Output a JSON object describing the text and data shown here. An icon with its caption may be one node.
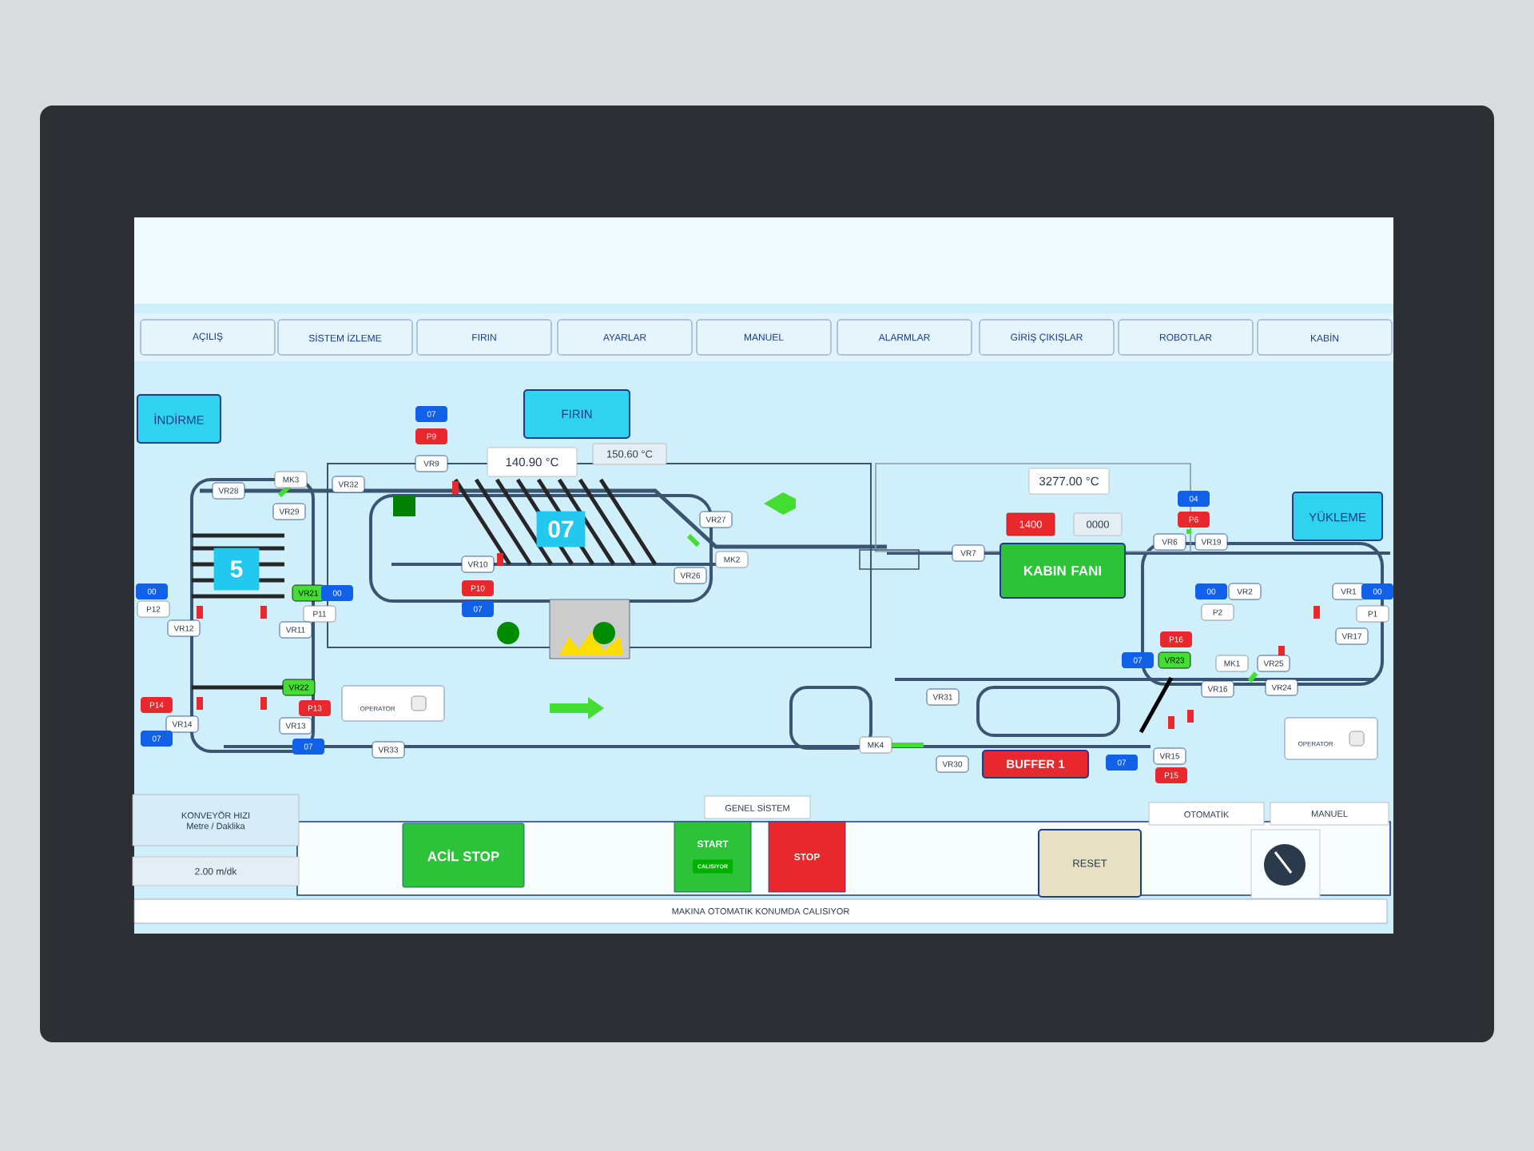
{
  "diagram": {
    "nodes": [
      {
        "text": [
          "AÇILIŞ"
        ]
      },
      {
        "text": [
          "SİSTEM İZLEME"
        ]
      },
      {
        "text": [
          "FIRIN"
        ]
      },
      {
        "text": [
          "AYARLAR"
        ]
      },
      {
        "text": [
          "MANUEL"
        ]
      },
      {
        "text": [
          "ALARMLAR"
        ]
      },
      {
        "text": [
          "GİRİŞ ÇIKIŞLAR"
        ]
      },
      {
        "text": [
          "ROBOTLAR"
        ]
      },
      {
        "text": [
          "KABİN"
        ]
      },
      {
        "text": [
          "İNDİRME"
        ]
      },
      {
        "text": [
          "FIRIN"
        ]
      },
      {
        "text": [
          "YÜKLEME"
        ]
      },
      {
        "text": [
          "140.90 °C"
        ]
      },
      {
        "text": [
          "150.60 °C"
        ]
      },
      {
        "text": [
          "3277.00 °C"
        ]
      },
      {
        "text": [
          "1400"
        ]
      },
      {
        "text": [
          "0000"
        ]
      },
      {
        "text": [
          "KABIN FANI"
        ]
      },
      {
        "text": [
          "BUFFER 1"
        ]
      },
      {
        "text": [
          "07"
        ]
      },
      {
        "text": [
          "5"
        ]
      },
      {
        "text": [
          "OPERATOR"
        ]
      },
      {
        "text": [
          "OPERATOR"
        ]
      },
      {
        "text": [
          "07"
        ]
      },
      {
        "text": [
          "P9"
        ]
      },
      {
        "text": [
          "VR9"
        ]
      },
      {
        "text": [
          "MK3"
        ]
      },
      {
        "text": [
          "VR28"
        ]
      },
      {
        "text": [
          "VR32"
        ]
      },
      {
        "text": [
          "VR29"
        ]
      },
      {
        "text": [
          "VR10"
        ]
      },
      {
        "text": [
          "P10"
        ]
      },
      {
        "text": [
          "07"
        ]
      },
      {
        "text": [
          "VR27"
        ]
      },
      {
        "text": [
          "MK2"
        ]
      },
      {
        "text": [
          "VR26"
        ]
      },
      {
        "text": [
          "00"
        ]
      },
      {
        "text": [
          "P12"
        ]
      },
      {
        "text": [
          "VR12"
        ]
      },
      {
        "text": [
          "VR21"
        ]
      },
      {
        "text": [
          "00"
        ]
      },
      {
        "text": [
          "P11"
        ]
      },
      {
        "text": [
          "VR11"
        ]
      },
      {
        "text": [
          "VR22"
        ]
      },
      {
        "text": [
          "P13"
        ]
      },
      {
        "text": [
          "P14"
        ]
      },
      {
        "text": [
          "VR14"
        ]
      },
      {
        "text": [
          "07"
        ]
      },
      {
        "text": [
          "VR13"
        ]
      },
      {
        "text": [
          "07"
        ]
      },
      {
        "text": [
          "VR33"
        ]
      },
      {
        "text": [
          "VR7"
        ]
      },
      {
        "text": [
          "04"
        ]
      },
      {
        "text": [
          "P6"
        ]
      },
      {
        "text": [
          "VR6"
        ]
      },
      {
        "text": [
          "VR19"
        ]
      },
      {
        "text": [
          "00"
        ]
      },
      {
        "text": [
          "VR2"
        ]
      },
      {
        "text": [
          "P2"
        ]
      },
      {
        "text": [
          "VR1"
        ]
      },
      {
        "text": [
          "00"
        ]
      },
      {
        "text": [
          "P1"
        ]
      },
      {
        "text": [
          "VR17"
        ]
      },
      {
        "text": [
          "P16"
        ]
      },
      {
        "text": [
          "07"
        ]
      },
      {
        "text": [
          "VR23"
        ]
      },
      {
        "text": [
          "MK1"
        ]
      },
      {
        "text": [
          "VR25"
        ]
      },
      {
        "text": [
          "VR16"
        ]
      },
      {
        "text": [
          "VR24"
        ]
      },
      {
        "text": [
          "VR31"
        ]
      },
      {
        "text": [
          "MK4"
        ]
      },
      {
        "text": [
          "VR30"
        ]
      },
      {
        "text": [
          "07"
        ]
      },
      {
        "text": [
          "VR15"
        ]
      },
      {
        "text": [
          "P15"
        ]
      },
      {
        "text": [
          "KONVEYÖR HIZI",
          "Metre / Daklika"
        ]
      },
      {
        "text": [
          "2.00 m/dk"
        ]
      },
      {
        "text": [
          "ACİL STOP"
        ]
      },
      {
        "text": [
          "GENEL SİSTEM"
        ]
      },
      {
        "text": [
          "START",
          "CALISIYOR"
        ]
      },
      {
        "text": [
          "STOP"
        ]
      },
      {
        "text": [
          "RESET"
        ]
      },
      {
        "text": [
          "OTOMATİK"
        ]
      },
      {
        "text": [
          "MANUEL"
        ]
      },
      {
        "text": [
          "MAKINA OTOMATIK KONUMDA CALISIYOR"
        ]
      }
    ]
  }
}
